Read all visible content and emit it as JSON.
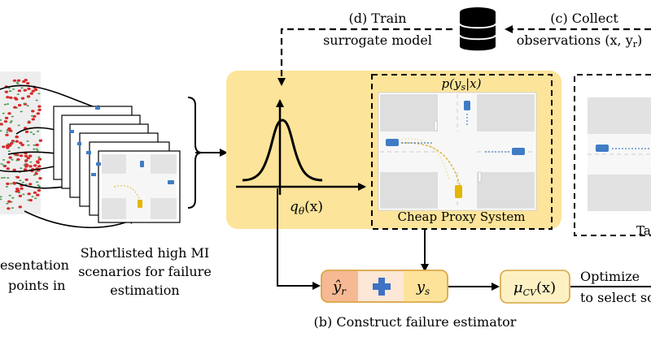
{
  "labels": {
    "train_line1": "(d) Train",
    "train_line2": "surrogate model",
    "collect_line1": "(c) Collect",
    "collect_line2": "observations (x, y",
    "collect_line2_sub": "r",
    "collect_line2_end": ")",
    "representation_line1": "esentation",
    "representation_line2": "points in",
    "shortlisted_line1": "Shortlisted high MI",
    "shortlisted_line2": "scenarios for failure",
    "shortlisted_line3": "estimation",
    "density": "q",
    "density_sub": "θ",
    "density_arg": "(x)",
    "proxy_title": "p(y",
    "proxy_title_sub": "s",
    "proxy_title_end": "|x)",
    "proxy_caption": "Cheap Proxy System",
    "target_caption": "Ta",
    "yr": "ŷ",
    "yr_sub": "r",
    "ys": "y",
    "ys_sub": "s",
    "mu": "μ",
    "mu_sub": "CV",
    "mu_arg": "(x)",
    "optimize_line1": "Optimize",
    "optimize_line2": "to select sc",
    "construct_caption": "(b) Construct failure estimator"
  },
  "colors": {
    "yellow_panel": "#fce49a",
    "yr_fill": "#f6b993",
    "yr_box_fill": "#fde7d6",
    "ys_fill": "#fde39a",
    "mu_fill": "#fdf1c4",
    "box_border": "#d9a441",
    "plus_blue": "#3d72c4",
    "scatter_red": "#d62b2b",
    "scatter_green": "#4c9a52"
  }
}
